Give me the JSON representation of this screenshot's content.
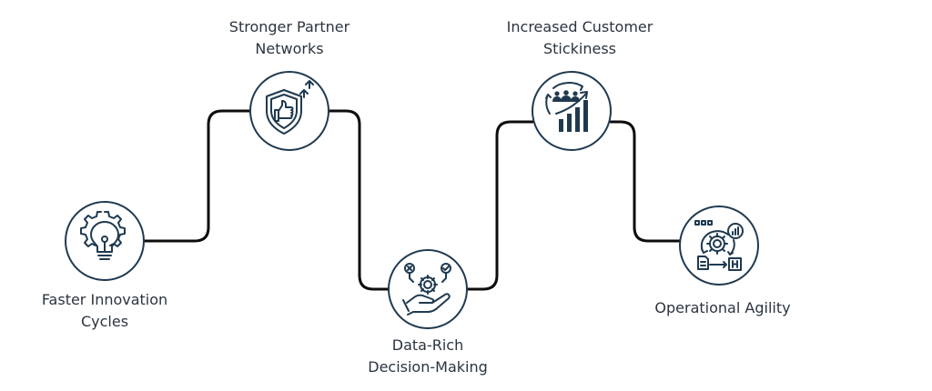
{
  "colors": {
    "icon_stroke": "#1f3a50",
    "connector": "#0d0d0d",
    "label_text": "#2b3440",
    "background": "#ffffff"
  },
  "steps": [
    {
      "id": "faster-innovation-cycles",
      "label_lines": [
        "Faster Innovation",
        "Cycles"
      ],
      "icon": "lightbulb-gear-icon",
      "label_position": "below"
    },
    {
      "id": "stronger-partner-networks",
      "label_lines": [
        "Stronger Partner",
        "Networks"
      ],
      "icon": "shield-thumbs-up-icon",
      "label_position": "above"
    },
    {
      "id": "data-rich-decision-making",
      "label_lines": [
        "Data-Rich",
        "Decision-Making"
      ],
      "icon": "hand-gear-decision-icon",
      "label_position": "below"
    },
    {
      "id": "increased-customer-stickiness",
      "label_lines": [
        "Increased Customer",
        "Stickiness"
      ],
      "icon": "customers-growth-chart-icon",
      "label_position": "above"
    },
    {
      "id": "operational-agility",
      "label_lines": [
        "Operational Agility"
      ],
      "icon": "workflow-gear-cycle-icon",
      "label_position": "below"
    }
  ]
}
